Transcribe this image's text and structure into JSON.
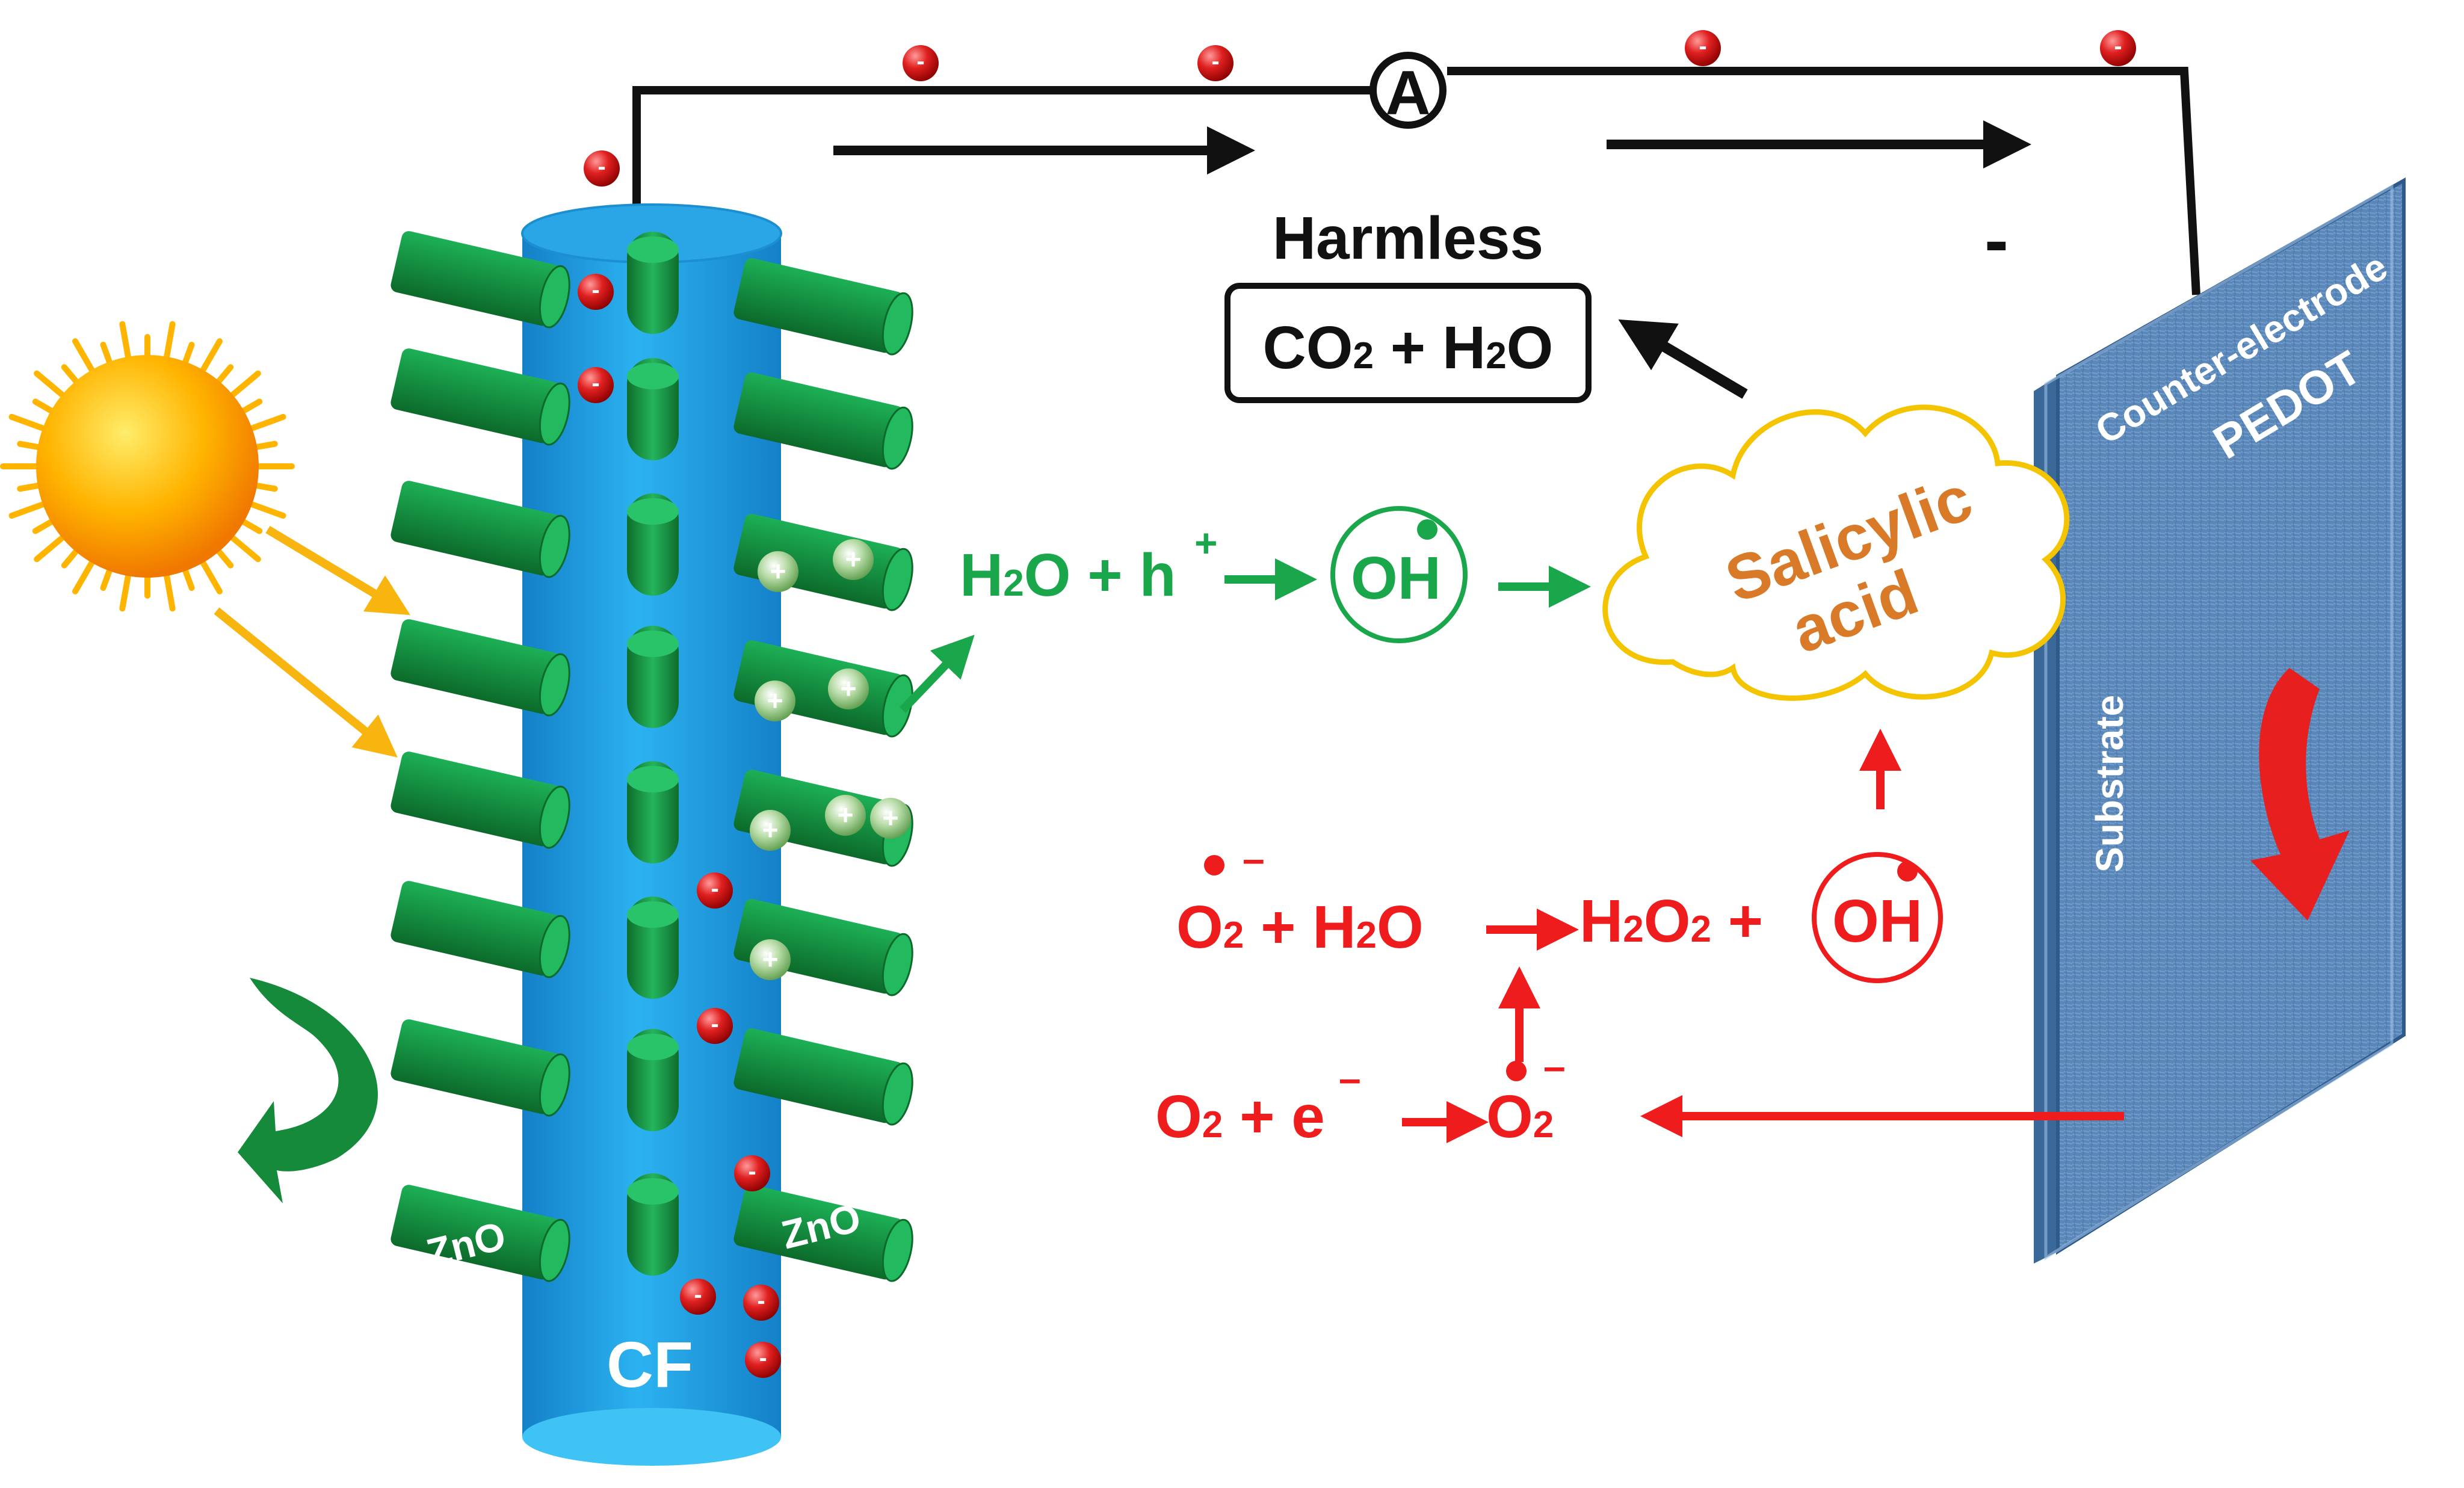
{
  "labels": {
    "cf": "CF",
    "zno_left": "ZnO",
    "zno_right": "ZnO",
    "ammeter": "A",
    "minus_sign": "-",
    "harmless": "Harmless",
    "counter_electrode": "Counter-electrode",
    "pedot": "PEDOT",
    "substrate": "Substrate",
    "salicylic_line1": "Salicylic",
    "salicylic_line2": "acid"
  },
  "product_box": {
    "co2": "CO",
    "co2_sub": "2",
    "plus": " + ",
    "h2o_h": "H",
    "h2o_sub": "2",
    "h2o_o": "O"
  },
  "reaction_green": {
    "h2o_h": "H",
    "h2o_sub": "2",
    "h2o_o": "O",
    "plus": " + ",
    "hole": "h",
    "hole_charge": "+",
    "oh": "OH"
  },
  "reaction_red_1": {
    "o2_o": "O",
    "o2_sub": "2",
    "radical_charge": "–",
    "plus1": " + ",
    "h2o_h": "H",
    "h2o_sub": "2",
    "h2o_o": "O",
    "h2o2_h": "H",
    "h2o2_sub1": "2",
    "h2o2_o": "O",
    "h2o2_sub2": "2",
    "plus2": " + ",
    "oh": "OH"
  },
  "reaction_red_2": {
    "o2_o": "O",
    "o2_sub": "2",
    "plus": " + ",
    "electron": "e",
    "electron_charge": "–",
    "product_o": "O",
    "product_sub": "2",
    "product_charge": "–"
  },
  "particles": {
    "electron_symbol": "-",
    "hole_symbol": "+"
  },
  "colors": {
    "fiber_blue": "#1e9fe0",
    "fiber_top": "#3fc3f5",
    "rod_green": "#148a3a",
    "rod_light": "#1fb25b",
    "electron_red": "#e02020",
    "hole_green": "#7dbf6e",
    "reaction_green": "#1aa64b",
    "reaction_red": "#ee1c1c",
    "salicylic_orange": "#d97a28",
    "cloud_outline": "#f5c400",
    "sun_yellow": "#ffb400",
    "light_arrow": "#f8b50f",
    "electrode_blue": "#5a86b8",
    "wire_black": "#111111"
  },
  "icons": [
    "sun-icon",
    "ammeter-icon",
    "rotation-arrow-icon",
    "electron-icon",
    "hole-icon",
    "cloud-icon"
  ]
}
